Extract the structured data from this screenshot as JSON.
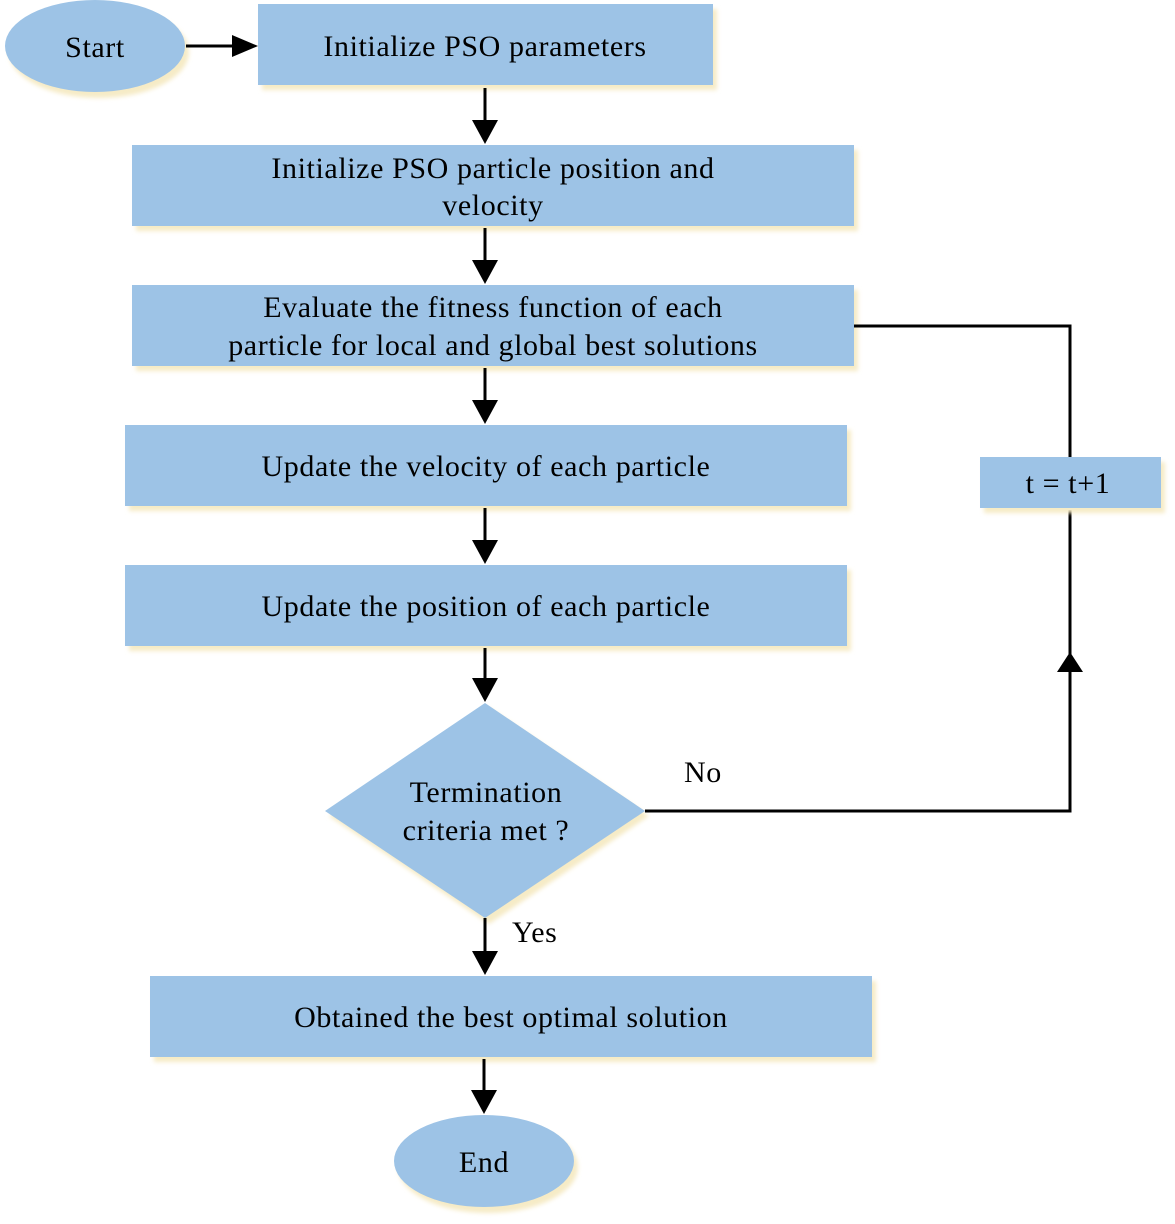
{
  "colors": {
    "node_fill": "#9dc3e6",
    "shadow": "#f6ebc6",
    "line": "#000000"
  },
  "nodes": {
    "start": "Start",
    "init_params": "Initialize PSO parameters",
    "init_particles": [
      "Initialize  PSO particle position and",
      "velocity"
    ],
    "evaluate": [
      "Evaluate the fitness function of each",
      "particle for local and global best solutions"
    ],
    "update_velocity": "Update the velocity of each particle",
    "update_position": "Update the position of each particle",
    "decision": [
      "Termination",
      "criteria met ?"
    ],
    "best_solution": "Obtained the best optimal solution",
    "end": "End",
    "increment": "t = t+1"
  },
  "edge_labels": {
    "no": "No",
    "yes": "Yes"
  }
}
